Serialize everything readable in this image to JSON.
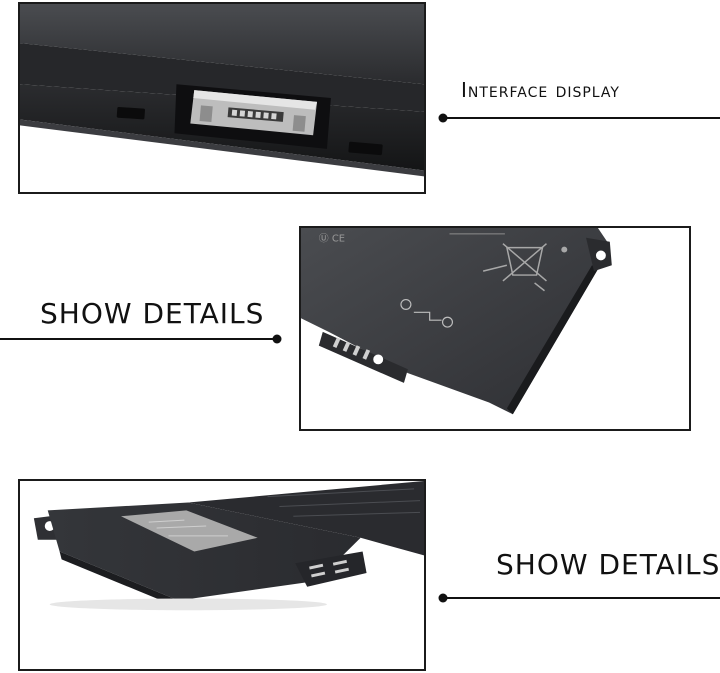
{
  "captions": {
    "interface": "Interface display",
    "details_middle": "SHOW DETAILS",
    "details_bottom": "SHOW DETAILS"
  },
  "colors": {
    "frame": "#1b1b1b",
    "battery_body": "#3a3c3f",
    "battery_dark": "#1f2023",
    "label_plate": "#a9a9a9",
    "connector_metal": "#b9b9b9"
  }
}
